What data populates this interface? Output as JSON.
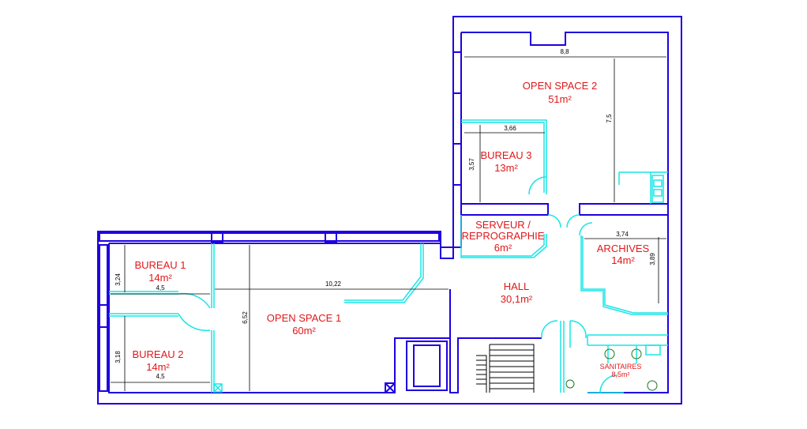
{
  "colors": {
    "walls": "#1e00e0",
    "partitions": "#19e6e6",
    "room_labels": "#e0181a",
    "dimensions": "#000000",
    "fixtures": "#1a7a1a"
  },
  "rooms": {
    "open_space_2": {
      "name": "OPEN SPACE 2",
      "area": "51m²"
    },
    "bureau_3": {
      "name": "BUREAU 3",
      "area": "13m²"
    },
    "serveur": {
      "name_line1": "SERVEUR /",
      "name_line2": "REPROGRAPHIE",
      "area": "6m²"
    },
    "archives": {
      "name": "ARCHIVES",
      "area": "14m²"
    },
    "hall": {
      "name": "HALL",
      "area": "30,1m²"
    },
    "bureau_1": {
      "name": "BUREAU 1",
      "area": "14m²"
    },
    "bureau_2": {
      "name": "BUREAU 2",
      "area": "14m²"
    },
    "open_space_1": {
      "name": "OPEN SPACE 1",
      "area": "60m²"
    },
    "sanitaires": {
      "name": "SANITAIRES",
      "area": "8,5m²"
    }
  },
  "dimensions": {
    "open_space_2_width": "8,8",
    "open_space_2_depth": "7,5",
    "bureau_3_width": "3,66",
    "bureau_3_depth": "3,57",
    "archives_width": "3,74",
    "archives_depth": "3,89",
    "open_space_1_width": "10,22",
    "open_space_1_depth": "6,52",
    "bureau_1_depth": "3,24",
    "bureau_1_width": "4,5",
    "bureau_2_depth": "3,18",
    "bureau_2_width": "4,5"
  }
}
